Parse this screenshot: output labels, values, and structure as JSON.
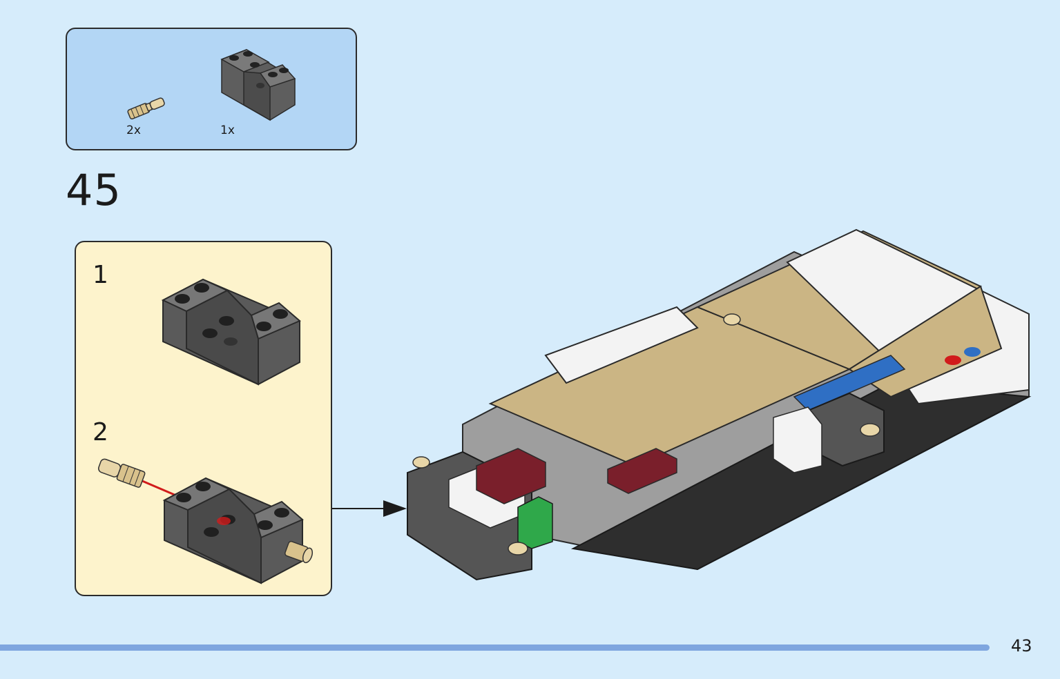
{
  "parts_list": {
    "items": [
      {
        "part": "tan-axle-pin",
        "count": "2x"
      },
      {
        "part": "dark-gray-brick-with-holes",
        "count": "1x"
      }
    ]
  },
  "step": {
    "number": "45"
  },
  "sub_assembly": {
    "steps": [
      {
        "number": "1"
      },
      {
        "number": "2"
      }
    ]
  },
  "footer": {
    "page_number": "43"
  },
  "colors": {
    "page_background": "#d6ecfb",
    "parts_box": "#b3d6f5",
    "sub_assembly_box": "#fdf3cc",
    "footer_bar": "#7fa6df",
    "insert_arrow": "#d11b1b"
  }
}
